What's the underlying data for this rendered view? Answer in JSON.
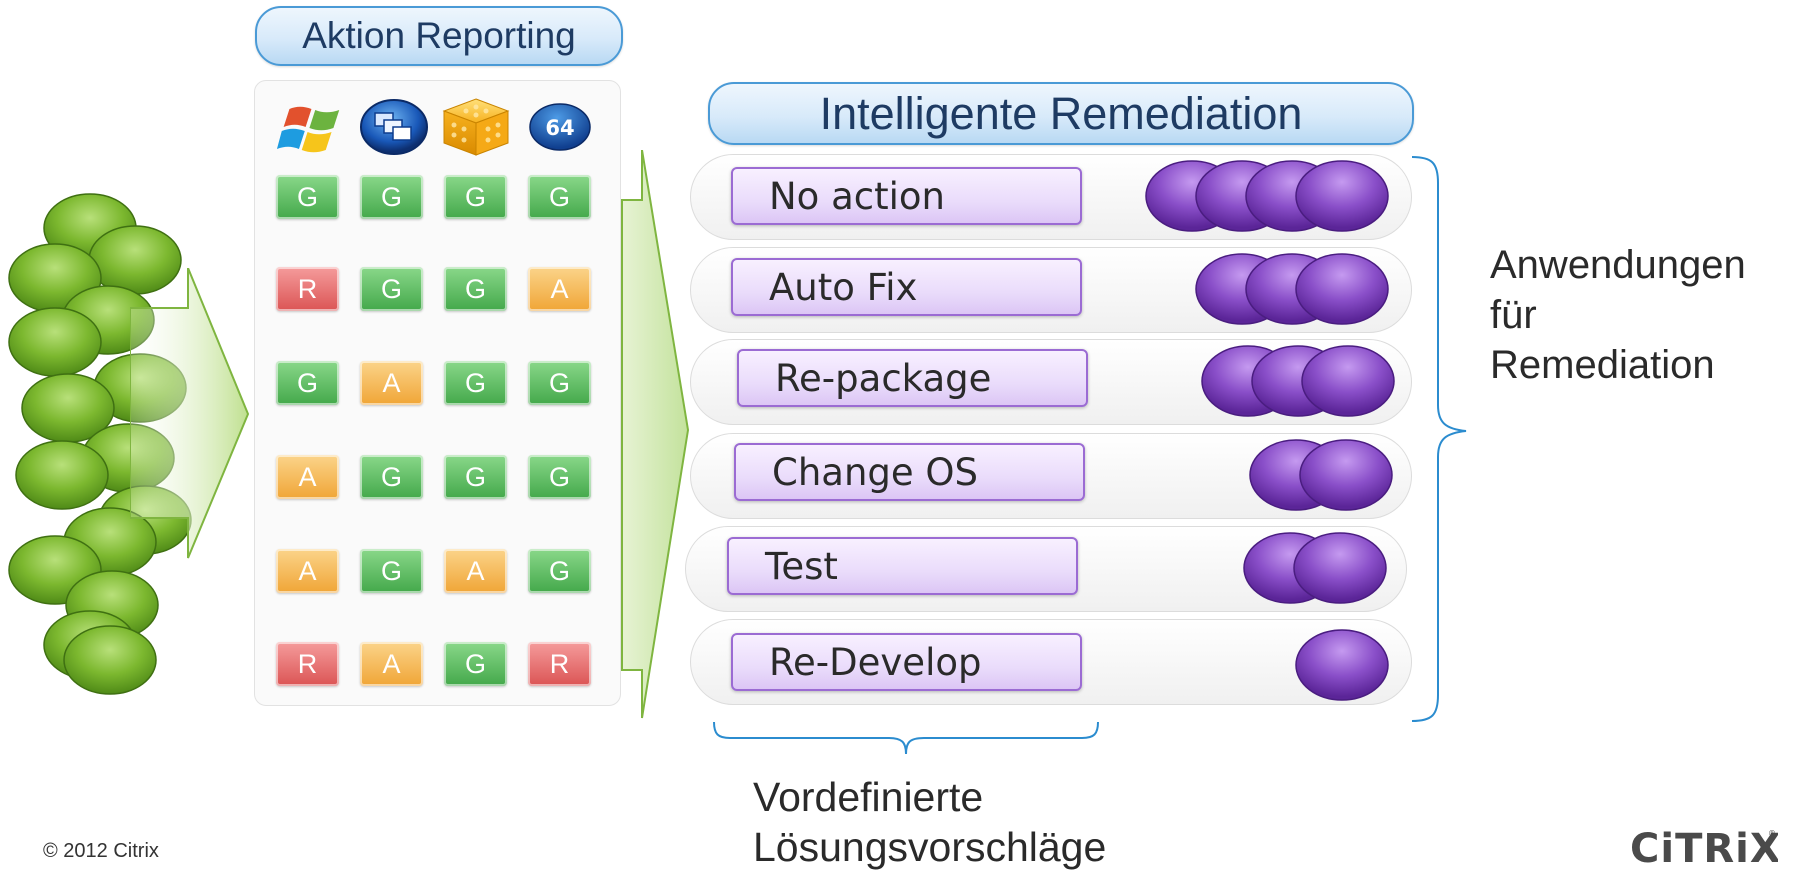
{
  "aktion_reporting": {
    "title": "Aktion Reporting",
    "os_icons": [
      "windows-logo-icon",
      "multi-window-app-icon",
      "virtualization-cube-icon",
      "x64-badge-icon"
    ],
    "os_icon_labels": {
      "x64": "64"
    },
    "grid": [
      [
        "G",
        "G",
        "G",
        "G"
      ],
      [
        "R",
        "G",
        "G",
        "A"
      ],
      [
        "G",
        "A",
        "G",
        "G"
      ],
      [
        "A",
        "G",
        "G",
        "G"
      ],
      [
        "A",
        "G",
        "A",
        "G"
      ],
      [
        "R",
        "A",
        "G",
        "R"
      ]
    ],
    "status_colors": {
      "G": "#4caf50",
      "R": "#e05a5a",
      "A": "#f2a93b"
    }
  },
  "remediation": {
    "title": "Intelligente Remediation",
    "actions": [
      {
        "label": "No action",
        "app_count": 4
      },
      {
        "label": "Auto Fix",
        "app_count": 3
      },
      {
        "label": "Re-package",
        "app_count": 3
      },
      {
        "label": "Change OS",
        "app_count": 2
      },
      {
        "label": "Test",
        "app_count": 2
      },
      {
        "label": "Re-Develop",
        "app_count": 1
      }
    ],
    "app_color": "#8a4fc9"
  },
  "labels": {
    "right": [
      "Anwendungen",
      "für",
      "Remediation"
    ],
    "bottom": [
      "Vordefinierte",
      "Lösungsvorschläge"
    ]
  },
  "footer": {
    "copyright": "© 2012 Citrix",
    "logo_text": "CiTRiX"
  },
  "colors": {
    "title_border": "#4a9ad6",
    "app_green": "#7cb82f",
    "arrow_green": "#8fc04a",
    "brace_blue": "#2b8ccf"
  }
}
